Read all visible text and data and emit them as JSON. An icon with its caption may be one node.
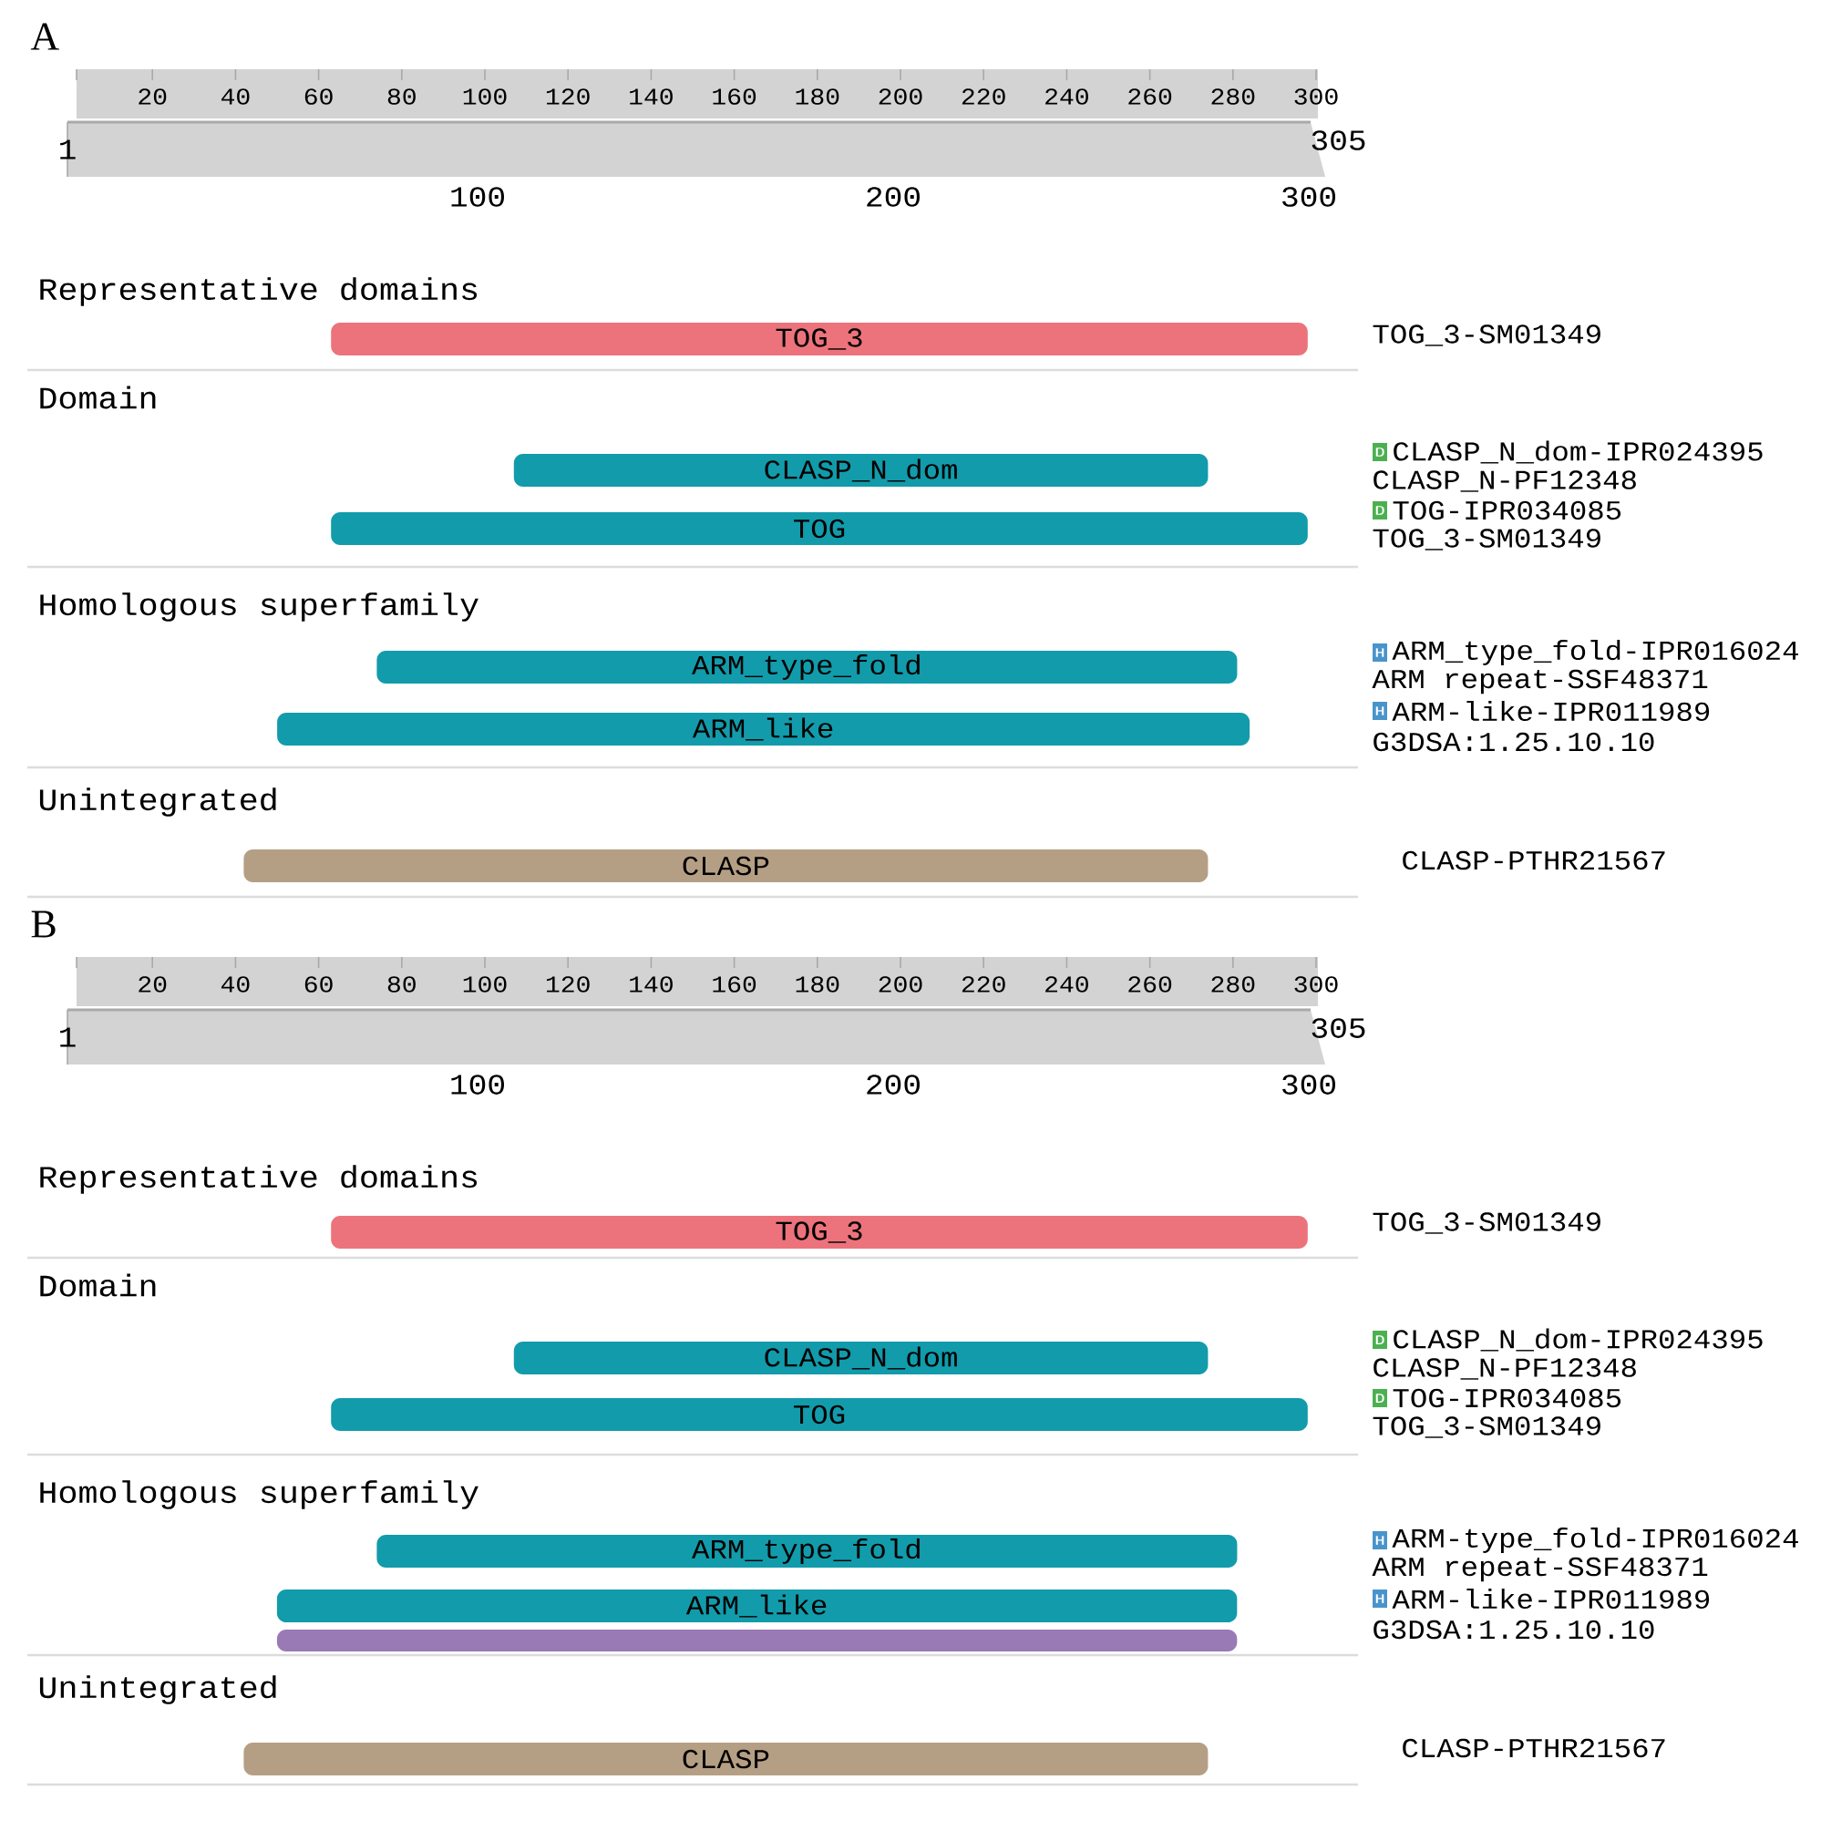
{
  "diagram": {
    "nodes": [
      {
        "text": [
          "TOG_3"
        ]
      },
      {
        "text": [
          "CLASP_N_dom"
        ]
      },
      {
        "text": [
          "TOG"
        ]
      },
      {
        "text": [
          "ARM_type_fold"
        ]
      },
      {
        "text": [
          "ARM_like"
        ]
      },
      {
        "text": [
          "CLASP"
        ]
      },
      {
        "text": [
          "TOG_3"
        ]
      },
      {
        "text": [
          "CLASP_N_dom"
        ]
      },
      {
        "text": [
          "TOG"
        ]
      },
      {
        "text": [
          "ARM_type_fold"
        ]
      },
      {
        "text": [
          "ARM_like"
        ]
      },
      {
        "text": [],
        "shape": "bar"
      },
      {
        "text": [
          "CLASP"
        ]
      }
    ],
    "labels": [
      "A",
      "20",
      "40",
      "60",
      "80",
      "100",
      "120",
      "140",
      "160",
      "180",
      "200",
      "220",
      "240",
      "260",
      "280",
      "300",
      "1",
      "305",
      "100",
      "200",
      "300",
      "Representative domains",
      "TOG_3-SM01349",
      "Domain",
      "D",
      "CLASP_N_dom-IPR024395",
      "CLASP_N-PF12348",
      "D",
      "TOG-IPR034085",
      "TOG_3-SM01349",
      "Homologous superfamily",
      "H",
      "ARM_type_fold-IPR016024",
      "ARM repeat-SSF48371",
      "H",
      "ARM-like-IPR011989",
      "G3DSA:1.25.10.10",
      "Unintegrated",
      "CLASP-PTHR21567",
      "B",
      "20",
      "40",
      "60",
      "80",
      "100",
      "120",
      "140",
      "160",
      "180",
      "200",
      "220",
      "240",
      "260",
      "280",
      "300",
      "1",
      "305",
      "100",
      "200",
      "300",
      "Representative domains",
      "TOG_3-SM01349",
      "Domain",
      "D",
      "CLASP_N_dom-IPR024395",
      "CLASP_N-PF12348",
      "D",
      "TOG-IPR034085",
      "TOG_3-SM01349",
      "Homologous superfamily",
      "H",
      "ARM-type_fold-IPR016024",
      "ARM repeat-SSF48371",
      "H",
      "ARM-like-IPR011989",
      "G3DSA:1.25.10.10",
      "Unintegrated",
      "CLASP-PTHR21567"
    ]
  }
}
